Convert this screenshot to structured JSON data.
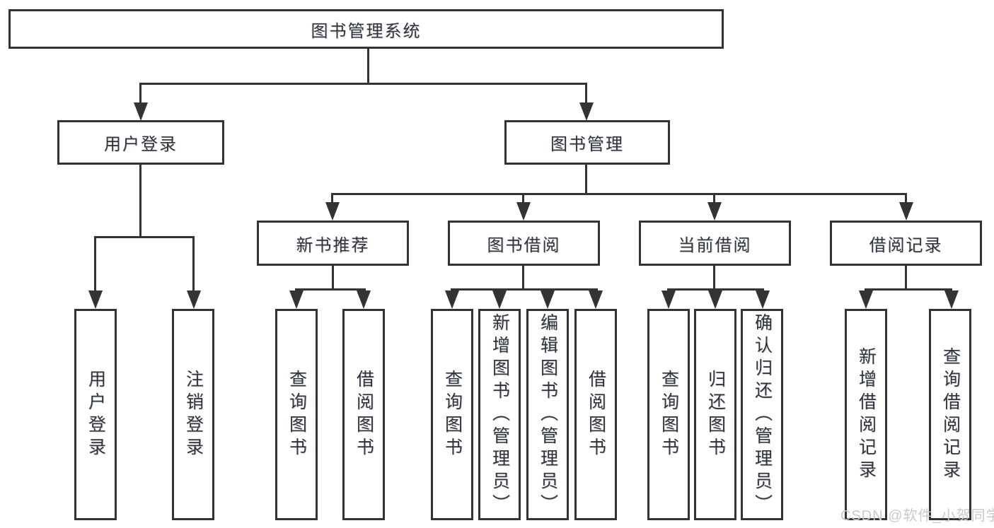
{
  "diagram": {
    "title": "图书管理系统",
    "type": "functional-structure-tree",
    "colors": {
      "line": "#333333",
      "text": "#333333",
      "background": "#ffffff",
      "watermark": "#c9c9c9"
    },
    "root": {
      "label": "图书管理系统"
    },
    "level2": [
      {
        "label": "用户登录"
      },
      {
        "label": "图书管理"
      }
    ],
    "level3": [
      {
        "label": "新书推荐",
        "parent": "图书管理"
      },
      {
        "label": "图书借阅",
        "parent": "图书管理"
      },
      {
        "label": "当前借阅",
        "parent": "图书管理"
      },
      {
        "label": "借阅记录",
        "parent": "图书管理"
      }
    ],
    "subtrees": [
      {
        "parent": "用户登录",
        "children": [
          "用户登录",
          "注销登录"
        ]
      },
      {
        "parent": "新书推荐",
        "children": [
          "查询图书",
          "借阅图书"
        ]
      },
      {
        "parent": "图书借阅",
        "children": [
          "查询图书",
          "新增图书（管理员）",
          "编辑图书（管理员）",
          "借阅图书"
        ]
      },
      {
        "parent": "当前借阅",
        "children": [
          "查询图书",
          "归还图书",
          "确认归还（管理员）"
        ]
      },
      {
        "parent": "借阅记录",
        "children": [
          "新增借阅记录",
          "查询借阅记录"
        ]
      }
    ]
  },
  "watermark": {
    "text": "CSDN @软件_小贺同学"
  }
}
